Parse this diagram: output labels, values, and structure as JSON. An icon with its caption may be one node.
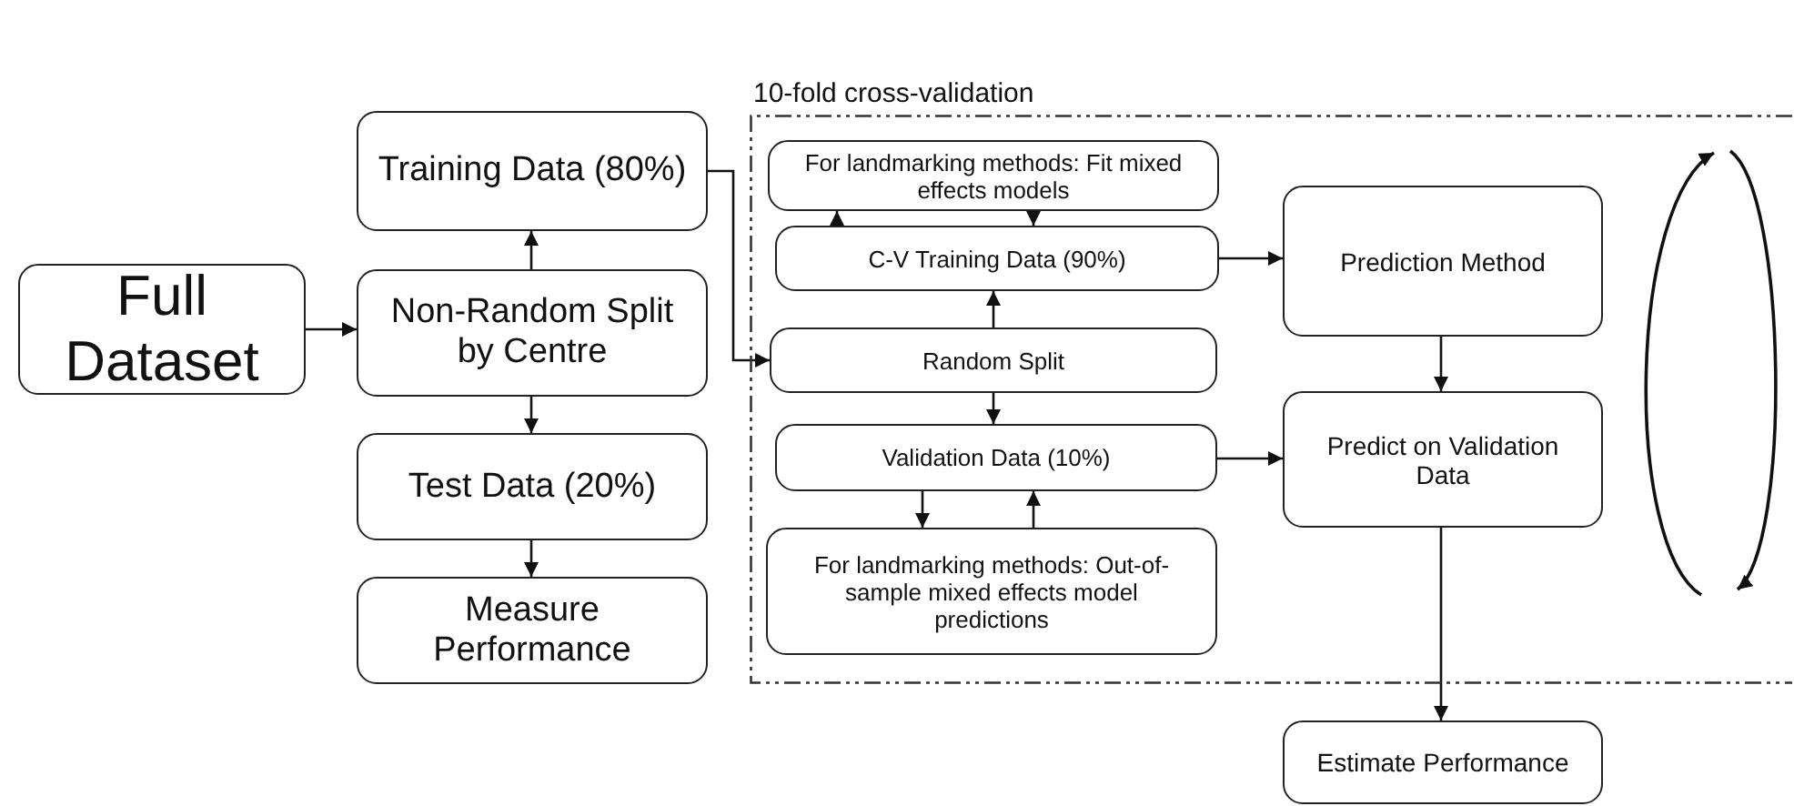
{
  "diagram": {
    "nodes": [
      {
        "text": [
          "Full Dataset"
        ]
      },
      {
        "text": [
          "Training Data (80%)"
        ]
      },
      {
        "text": [
          "Non-Random Split by Centre"
        ]
      },
      {
        "text": [
          "Test Data (20%)"
        ]
      },
      {
        "text": [
          "Measure Performance"
        ]
      },
      {
        "text": [
          "10-fold cross-validation"
        ]
      },
      {
        "text": [
          "For landmarking methods: Fit mixed effects models"
        ],
        "in": 5
      },
      {
        "text": [
          "C-V Training Data (90%)"
        ],
        "in": 5
      },
      {
        "text": [
          "Random Split"
        ],
        "in": 5
      },
      {
        "text": [
          "Validation Data (10%)"
        ],
        "in": 5
      },
      {
        "text": [
          "For landmarking methods: Out-of-sample mixed effects model predictions"
        ],
        "in": 5
      },
      {
        "text": [
          "Prediction Method"
        ],
        "in": 5
      },
      {
        "text": [
          "Predict on Validation Data"
        ],
        "in": 5
      },
      {
        "text": [
          "Estimate Performance"
        ]
      }
    ],
    "edges": [
      {
        "from": 0,
        "to": 2,
        "arrow": "to"
      },
      {
        "from": 2,
        "to": 1,
        "arrow": "to"
      },
      {
        "from": 2,
        "to": 3,
        "arrow": "to"
      },
      {
        "from": 3,
        "to": 4,
        "arrow": "to"
      },
      {
        "from": 1,
        "to": 8,
        "arrow": "to"
      },
      {
        "from": 7,
        "to": 6,
        "arrow": "to"
      },
      {
        "from": 6,
        "to": 7,
        "arrow": "to"
      },
      {
        "from": 8,
        "to": 7,
        "arrow": "to"
      },
      {
        "from": 8,
        "to": 9,
        "arrow": "to"
      },
      {
        "from": 9,
        "to": 10,
        "arrow": "to"
      },
      {
        "from": 10,
        "to": 9,
        "arrow": "to"
      },
      {
        "from": 7,
        "to": 11,
        "arrow": "to"
      },
      {
        "from": 9,
        "to": 12,
        "arrow": "to"
      },
      {
        "from": 11,
        "to": 12,
        "arrow": "to"
      },
      {
        "from": 12,
        "to": 13,
        "arrow": "to"
      }
    ]
  }
}
